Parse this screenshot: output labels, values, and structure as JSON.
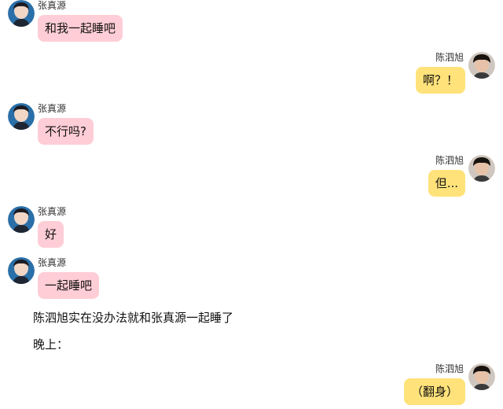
{
  "characters": {
    "zhang": {
      "name": "张真源",
      "bubble_color": "#ffcdd6"
    },
    "chen": {
      "name": "陈泗旭",
      "bubble_color": "#ffe27a"
    }
  },
  "messages": [
    {
      "speaker": "张真源",
      "side": "left",
      "text": "和我一起睡吧"
    },
    {
      "speaker": "陈泗旭",
      "side": "right",
      "text": "啊？！"
    },
    {
      "speaker": "张真源",
      "side": "left",
      "text": "不行吗?"
    },
    {
      "speaker": "陈泗旭",
      "side": "right",
      "text": "但..."
    },
    {
      "speaker": "张真源",
      "side": "left",
      "text": "好"
    },
    {
      "speaker": "张真源",
      "side": "left",
      "text": "一起睡吧"
    },
    {
      "speaker": "陈泗旭",
      "side": "right",
      "text": "（翻身）"
    }
  ],
  "narration": [
    "陈泗旭实在没办法就和张真源一起睡了",
    "晚上："
  ]
}
